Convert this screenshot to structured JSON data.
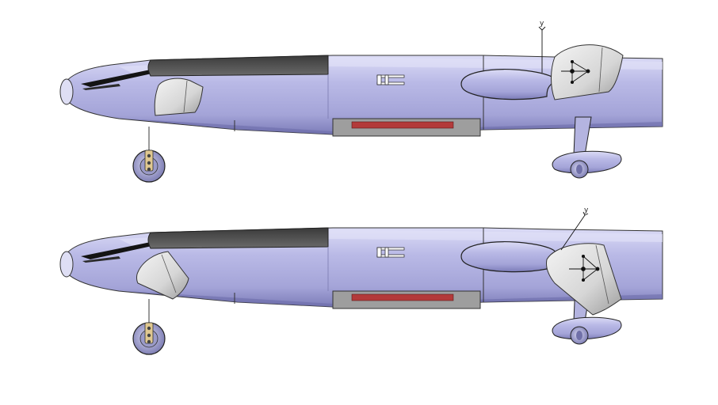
{
  "views": [
    {
      "id": "view-top",
      "axis_label": "y",
      "doors": "partially-open"
    },
    {
      "id": "view-bottom",
      "axis_label": "y",
      "doors": "fully-open"
    }
  ],
  "colors": {
    "fuselage_fill": "#b8b8e4",
    "fuselage_shade": "#8e8ec8",
    "fuselage_light": "#d6d6f4",
    "canopy_dark": "#4e4e4e",
    "door_fill": "#dcdcdc",
    "bay_fill": "#9a9a9a",
    "bay_stripe": "#b33a3a",
    "outline": "#222222"
  },
  "icons": [
    "triad-axis-icon",
    "wheel-icon",
    "hinge-marker-icon"
  ]
}
